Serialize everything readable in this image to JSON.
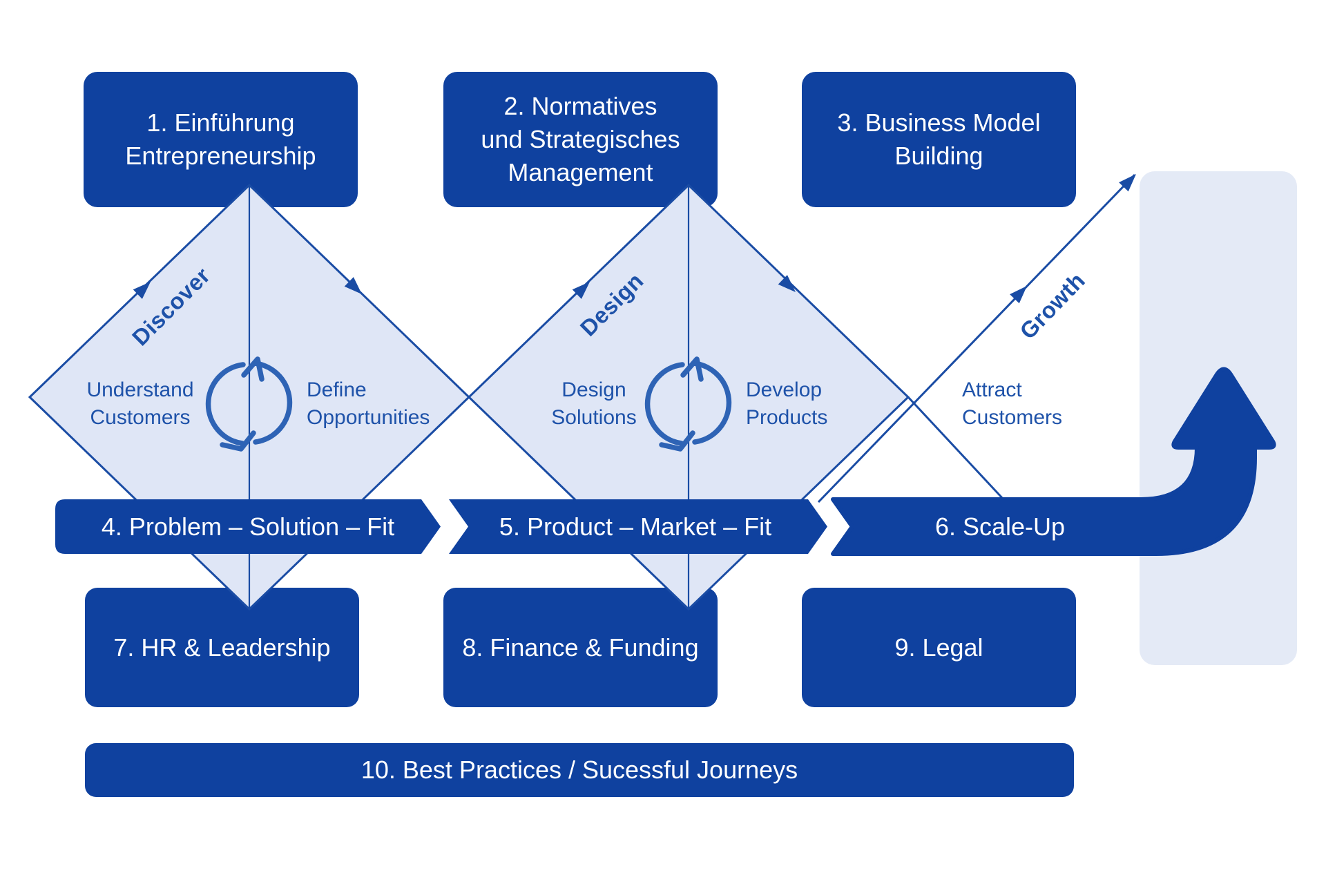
{
  "colors": {
    "dark": "#0f419f",
    "edge": "#1a4ca4",
    "loop": "#2e63b5",
    "label_blue": "#1e52a9",
    "diamond_fill": "#dfe6f6",
    "panel_fill": "#e4eaf6",
    "text_on_dark": "#ffffff",
    "bg": "#ffffff"
  },
  "top_boxes": [
    {
      "lines": [
        "1. Einführung",
        "Entrepreneurship"
      ]
    },
    {
      "lines": [
        "2. Normatives",
        "und Strategisches",
        "Management"
      ]
    },
    {
      "lines": [
        "3. Business Model",
        "Building"
      ]
    }
  ],
  "banners": [
    {
      "label": "4. Problem – Solution – Fit"
    },
    {
      "label": "5. Product – Market – Fit"
    },
    {
      "label": "6. Scale-Up"
    }
  ],
  "bottom_boxes": [
    {
      "label": "7. HR & Leadership"
    },
    {
      "label": "8. Finance & Funding"
    },
    {
      "label": "9. Legal"
    }
  ],
  "band": {
    "label": "10. Best Practices / Sucessful Journeys"
  },
  "phases": {
    "discover": "Discover",
    "design": "Design",
    "growth": "Growth"
  },
  "diamond_labels": {
    "understand": [
      "Understand",
      "Customers"
    ],
    "define": [
      "Define",
      "Opportunities"
    ],
    "design": [
      "Design",
      "Solutions"
    ],
    "develop": [
      "Develop",
      "Products"
    ],
    "attract": [
      "Attract",
      "Customers"
    ]
  }
}
